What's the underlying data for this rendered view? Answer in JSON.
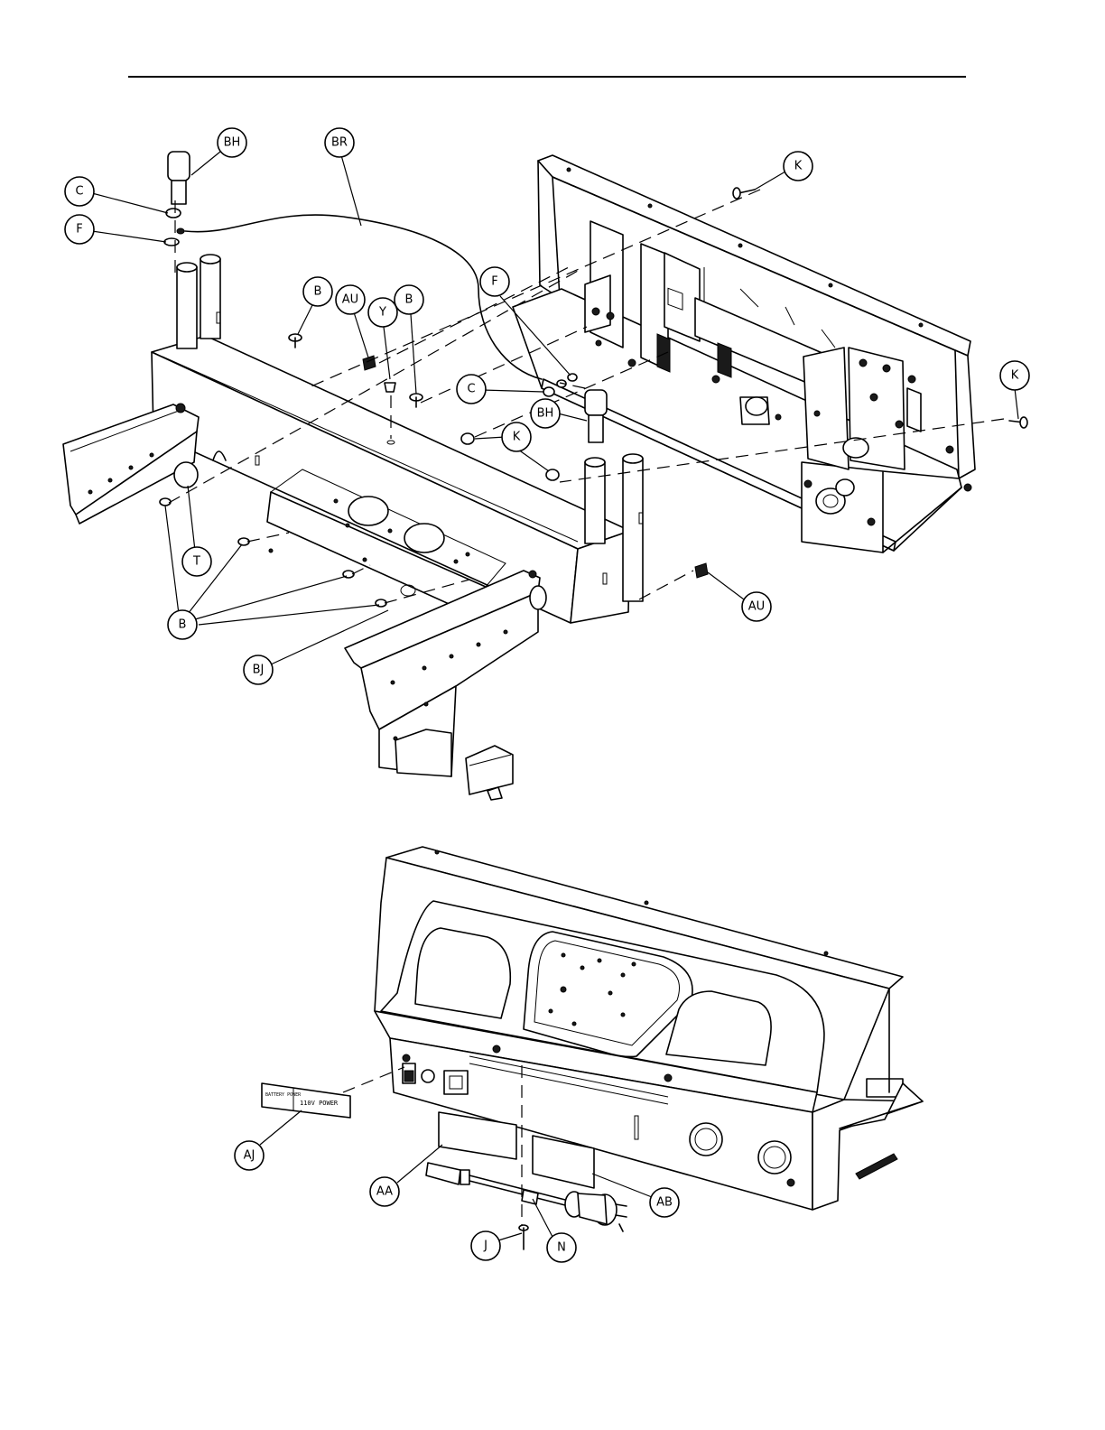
{
  "callouts": {
    "BH_1": "BH",
    "BR": "BR",
    "C_1": "C",
    "F_1": "F",
    "K_1": "K",
    "B_1": "B",
    "AU_1": "AU",
    "Y": "Y",
    "B_2": "B",
    "F_2": "F",
    "C_2": "C",
    "BH_2": "BH",
    "K_2": "K",
    "K_3": "K",
    "T": "T",
    "B_3": "B",
    "BJ": "BJ",
    "AU_2": "AU",
    "AJ": "AJ",
    "AA": "AA",
    "AB": "AB",
    "J": "J",
    "N": "N"
  },
  "labels": {
    "plate_left": "BATTERY POWER",
    "plate_right": "110V POWER"
  }
}
